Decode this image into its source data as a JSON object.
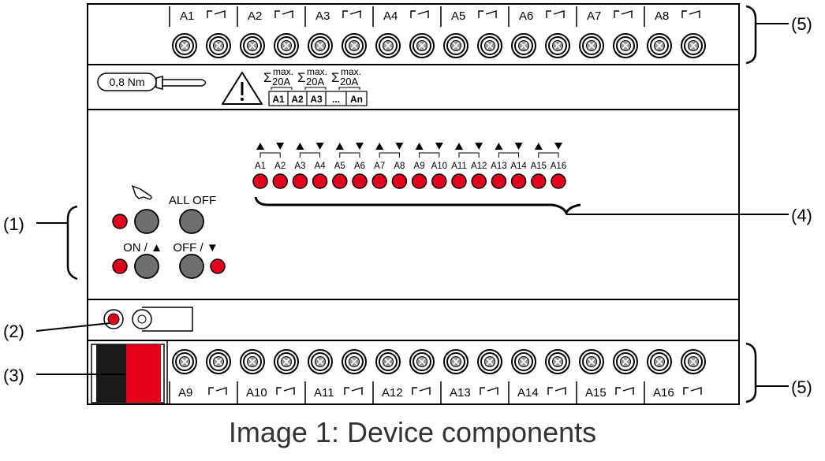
{
  "top_outputs": [
    "A1",
    "A2",
    "A3",
    "A4",
    "A5",
    "A6",
    "A7",
    "A8"
  ],
  "bottom_outputs": [
    "A9",
    "A10",
    "A11",
    "A12",
    "A13",
    "A14",
    "A15",
    "A16"
  ],
  "torque": "0,8 Nm",
  "sum_max": "max.",
  "sum_current": "20A",
  "sum_symbol": "Σ",
  "group_boxes": [
    "A1",
    "A2",
    "A3",
    "...",
    "An"
  ],
  "led_channels": [
    "A1",
    "A2",
    "A3",
    "A4",
    "A5",
    "A6",
    "A7",
    "A8",
    "A9",
    "A10",
    "A11",
    "A12",
    "A13",
    "A14",
    "A15",
    "A16"
  ],
  "buttons": {
    "all_off": "ALL OFF",
    "on_up": "ON / ▲",
    "off_down": "OFF / ▼"
  },
  "callouts": [
    "(1)",
    "(2)",
    "(3)",
    "(4)",
    "(5)",
    "(5)"
  ],
  "caption": "Image 1: Device components",
  "colors": {
    "led_red": "#e3001b",
    "button_gray": "#6f6f6f",
    "frame": "#000000"
  }
}
